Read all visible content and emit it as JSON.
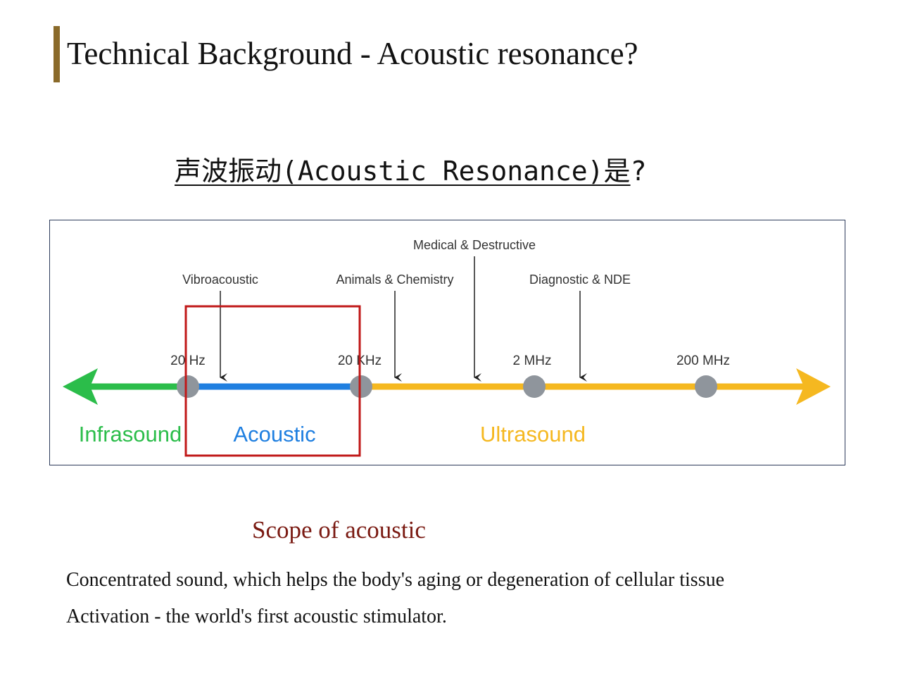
{
  "slide": {
    "title": "Technical Background - Acoustic resonance?",
    "subtitle_main": "声波振动(Acoustic Resonance)是",
    "subtitle_tail": "?",
    "caption": "Scope of acoustic",
    "body_lines": [
      "Concentrated sound, which helps the body's aging or degeneration of cellular tissue",
      "Activation - the world's first acoustic stimulator."
    ]
  },
  "spectrum": {
    "frequency_labels": [
      "20 Hz",
      "20 KHz",
      "2 MHz",
      "200 MHz"
    ],
    "bands": [
      {
        "label": "Infrasound",
        "color": "#2bbd4a"
      },
      {
        "label": "Acoustic",
        "color": "#1f7fe0"
      },
      {
        "label": "Ultrasound",
        "color": "#f5b820"
      }
    ],
    "applications": [
      "Vibroacoustic",
      "Animals & Chemistry",
      "Medical & Destructive",
      "Diagnostic & NDE"
    ],
    "highlight_color": "#c01818",
    "marker_color": "#8f959c"
  }
}
